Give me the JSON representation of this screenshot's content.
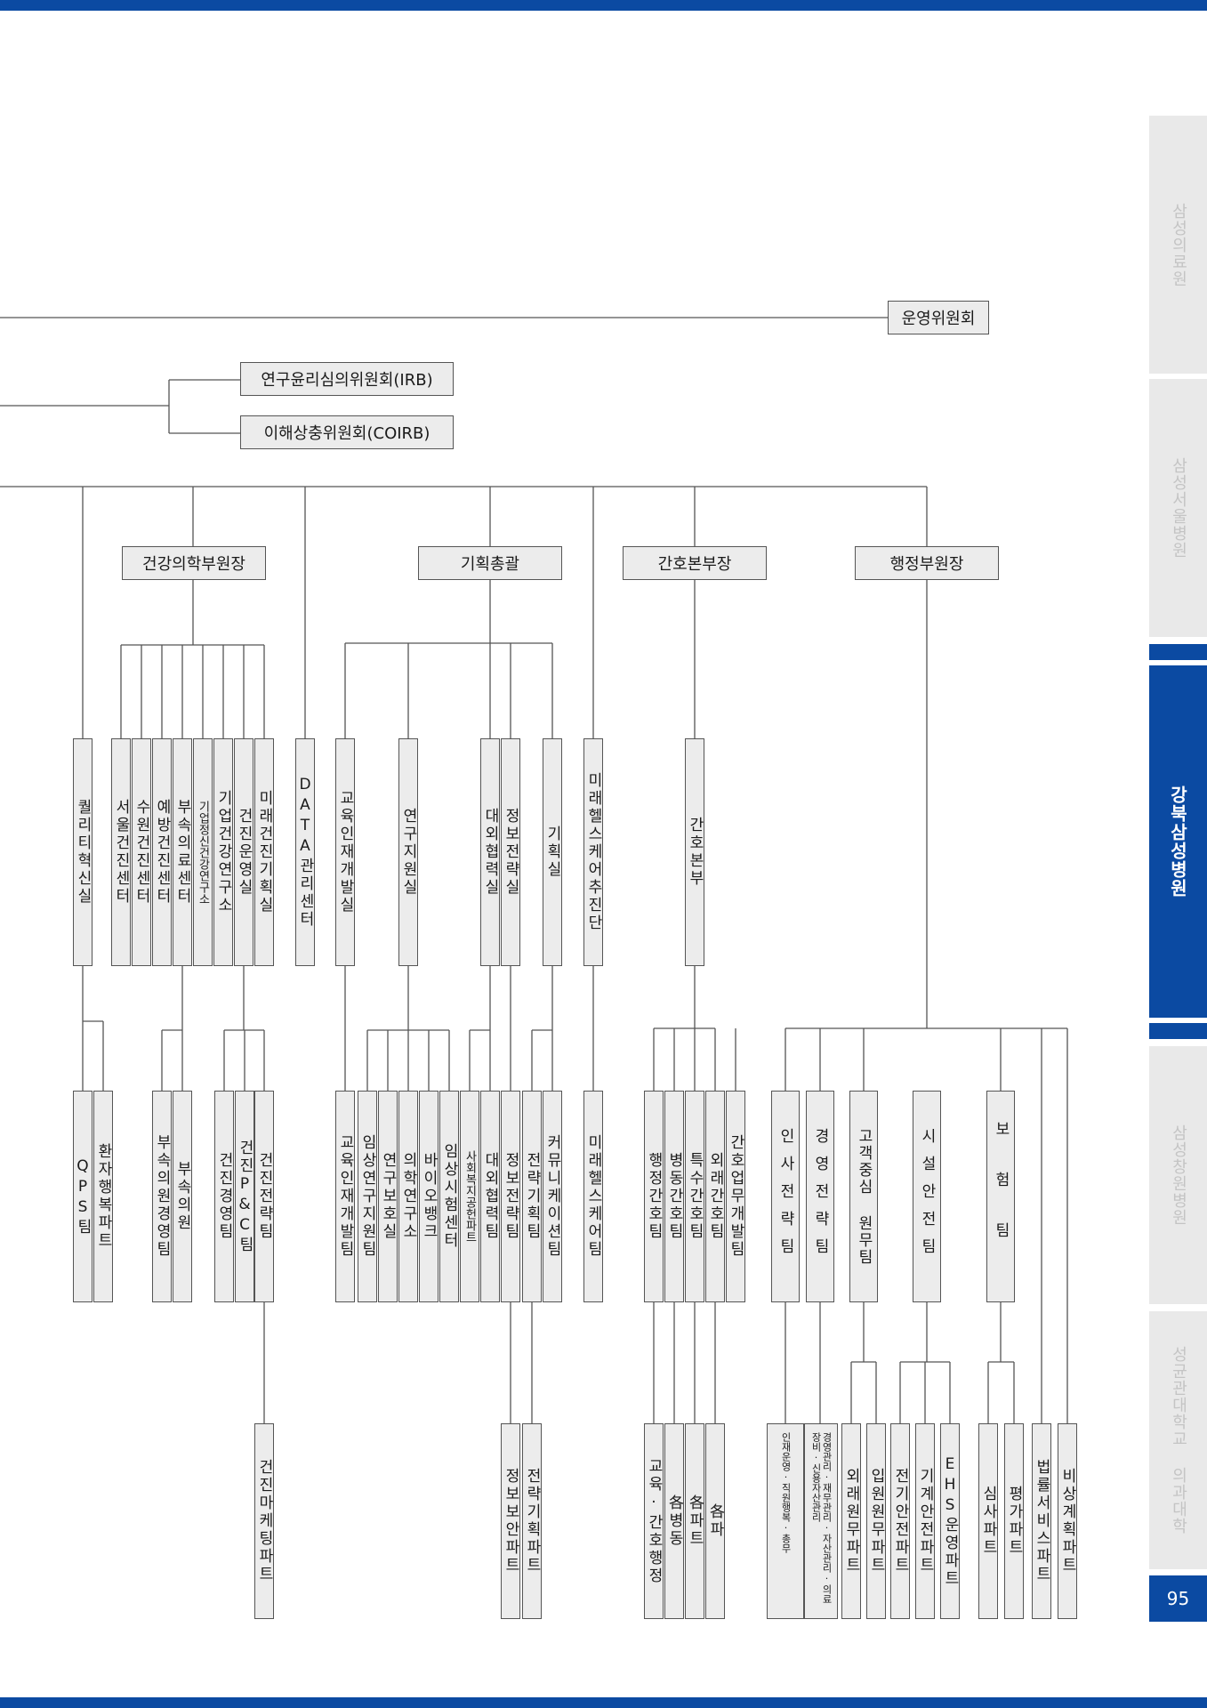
{
  "sidebar": {
    "tabs": [
      {
        "label": "삼성의료원",
        "active": false
      },
      {
        "label": "삼성서울병원",
        "active": false
      },
      {
        "label": "강북삼성병원",
        "active": true
      },
      {
        "label": "삼성창원병원",
        "active": false
      },
      {
        "label": "성균관대학교 의과대학",
        "active": false
      }
    ],
    "page_number": "95"
  },
  "committees": {
    "operating": "운영위원회",
    "irb": "연구윤리심의위원회(IRB)",
    "coirb": "이해상충위원회(COIRB)"
  },
  "heads": {
    "health_medicine": "건강의학부원장",
    "planning": "기획총괄",
    "nursing": "간호본부장",
    "admin": "행정부원장"
  },
  "colors": {
    "brand": "#0b4aa2",
    "box_fill": "#ececec",
    "line": "#555555"
  },
  "units": {
    "qi": "퀄리티혁신실",
    "seoul_center": "서울건진센터",
    "suwon_center": "수원건진센터",
    "prevent_center": "예방건진센터",
    "clinic_center": "부속의료센터",
    "corp_mental": "기업정신건강연구소",
    "corp_health": "기업건강연구소",
    "checkup_ops": "건진운영실",
    "future_checkup": "미래건진기획실",
    "data_center": "DATA관리센터",
    "edu_talent": "교육인재개발실",
    "research_support": "연구지원실",
    "external": "대외협력실",
    "info_strategy": "정보전략실",
    "planning_office": "기획실",
    "future_health_group": "미래헬스케어추진단",
    "nursing_dept": "간호본부"
  },
  "teams": {
    "qps": "QPS팀",
    "patient_happy": "환자행복파트",
    "clinic_mgmt": "부속의원경영팀",
    "clinic": "부속의원",
    "checkup_mgmt": "건진경영팀",
    "checkup_pc": "건진P&C팀",
    "checkup_strategy": "건진전략팀",
    "edu_dev": "교육인재개발팀",
    "clinical_support": "임상연구지원팀",
    "clinical_protect": "연구보호실",
    "med_research": "의학연구소",
    "biobank": "바이오뱅크",
    "clinical_trial": "임상시험센터",
    "social_welfare": "사회복지공헌파트",
    "external_team": "대외협력팀",
    "info_team": "정보전략팀",
    "strategy_plan": "전략기획팀",
    "comm_team": "커뮤니케이션팀",
    "future_health_team": "미래헬스케어팀",
    "nursing_admin": "행정간호팀",
    "ward_nursing": "병동간호팀",
    "special_nursing": "특수간호팀",
    "outpatient_nursing": "외래간호팀",
    "nursing_work": "간호업무개발팀",
    "hr_strategy": "인사전략팀",
    "mgmt_strategy": "경영전략팀",
    "cs_admin": "고객중심 원무팀",
    "facility_safety": "시설안전팀",
    "insurance": "보험팀"
  },
  "parts": {
    "checkup_marketing": "건진마케팅파트",
    "info_security": "정보보안파트",
    "strategy_part": "전략기획파트",
    "edu_nursing_admin": "교육·간호행정",
    "ward": "各병동",
    "part_each": "各파트",
    "pa": "各파",
    "hr_ops": "인재운영·직원행복·총무",
    "finance": "경영관리·재무관리·자산관리·의료장비·신용자산관리",
    "outpatient_admin": "외래원무파트",
    "inpatient_admin": "입원원무파트",
    "electric_safety": "전기안전파트",
    "mech_safety": "기계안전파트",
    "ehs": "EHS운영파트",
    "review": "심사파트",
    "evaluation": "평가파트",
    "legal": "법률서비스파트",
    "emergency": "비상계획파트"
  }
}
